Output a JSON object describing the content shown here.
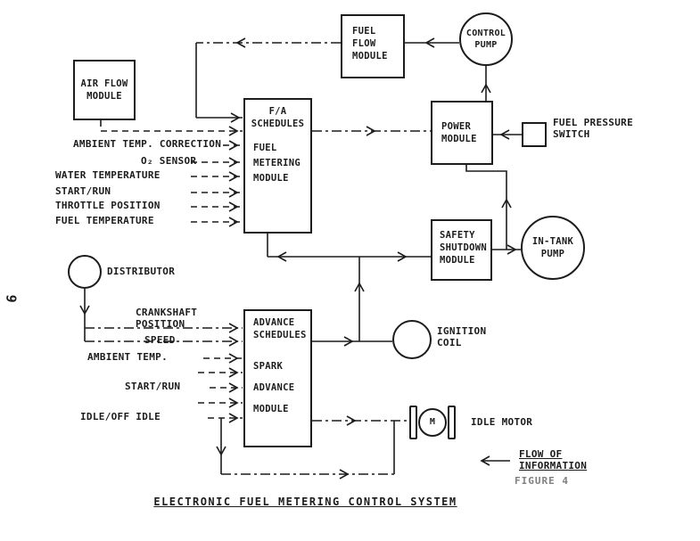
{
  "page": {
    "page_number": "9",
    "title": "ELECTRONIC FUEL METERING CONTROL SYSTEM",
    "figure_caption": "FIGURE 4"
  },
  "legend": {
    "label": "FLOW OF\nINFORMATION"
  },
  "nodes": {
    "fuel_flow_module": "FUEL\nFLOW\nMODULE",
    "control_pump": "CONTROL\nPUMP",
    "air_flow_module": "AIR FLOW\nMODULE",
    "fa_schedules": "F/A\nSCHEDULES",
    "fuel_metering_module": "FUEL\nMETERING\nMODULE",
    "power_module": "POWER\nMODULE",
    "fuel_pressure_switch": "FUEL PRESSURE\nSWITCH",
    "safety_shutdown_module": "SAFETY\nSHUTDOWN\nMODULE",
    "in_tank_pump": "IN-TANK\nPUMP",
    "distributor": "DISTRIBUTOR",
    "advance_schedules": "ADVANCE\nSCHEDULES",
    "spark_advance_module": "SPARK\nADVANCE\nMODULE",
    "ignition_coil": "IGNITION\nCOIL",
    "idle_motor": "IDLE MOTOR",
    "idle_motor_symbol": "M"
  },
  "inputs_fuel_metering": [
    "AMBIENT TEMP. CORRECTION",
    "O₂ SENSOR",
    "WATER TEMPERATURE",
    "START/RUN",
    "THROTTLE POSITION",
    "FUEL TEMPERATURE"
  ],
  "inputs_spark_advance": [
    "CRANKSHAFT\nPOSITION",
    "SPEED",
    "AMBIENT TEMP.",
    "START/RUN",
    "IDLE/OFF IDLE"
  ],
  "colors": {
    "ink": "#1c1c1c",
    "paper": "#ffffff",
    "faded_caption": "#6a6a6a"
  }
}
